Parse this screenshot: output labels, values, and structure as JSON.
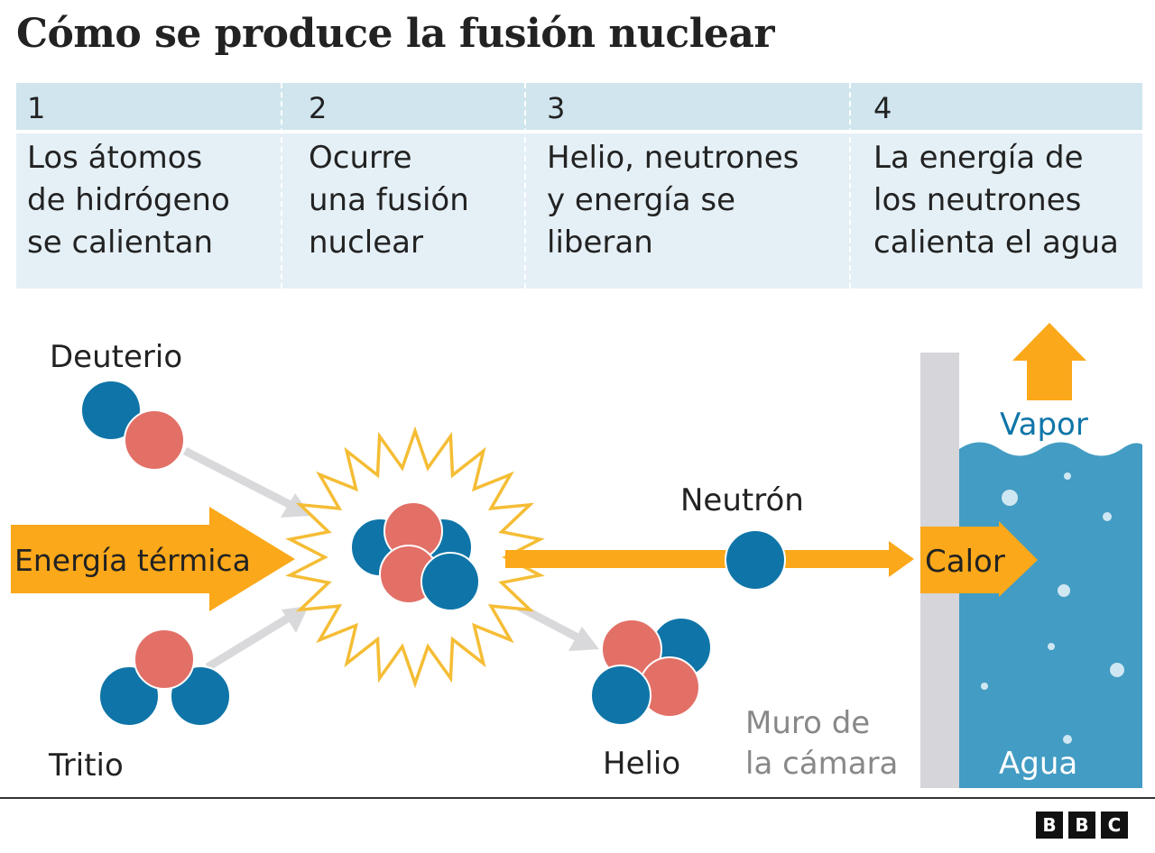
{
  "title": "Cómo se produce la fusión nuclear",
  "steps": [
    {
      "num": "1",
      "lines": [
        "Los átomos",
        "de hidrógeno",
        "se calientan"
      ]
    },
    {
      "num": "2",
      "lines": [
        "Ocurre",
        "una fusión",
        "nuclear"
      ]
    },
    {
      "num": "3",
      "lines": [
        "Helio, neutrones",
        "y energía se",
        "liberan"
      ]
    },
    {
      "num": "4",
      "lines": [
        "La energía de",
        "los neutrones",
        "calienta el agua"
      ]
    }
  ],
  "labels": {
    "deuterio": "Deuterio",
    "tritio": "Tritio",
    "energia": "Energía térmica",
    "neutron": "Neutrón",
    "helio": "Helio",
    "muro_1": "Muro de",
    "muro_2": "la cámara",
    "calor": "Calor",
    "vapor": "Vapor",
    "agua": "Agua"
  },
  "logo": [
    "B",
    "B",
    "C"
  ],
  "colors": {
    "neutron": "#0f75a8",
    "proton": "#e27067",
    "arrow": "#fba81a",
    "water": "#439cc3",
    "wall": "#d6d5d9",
    "burst": "#f5bd35",
    "vapor_text": "#0f75a8",
    "muro_text": "#888888",
    "grey_arrow": "#d9d9dc"
  }
}
